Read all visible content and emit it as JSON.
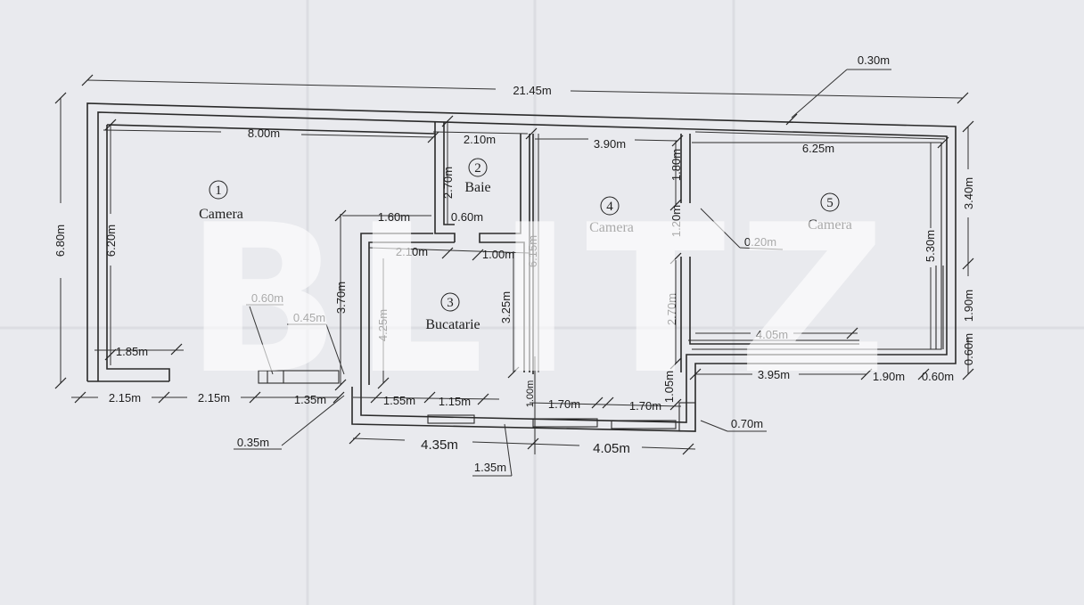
{
  "watermark": "BLITZ",
  "colors": {
    "paper": "#e9eaee",
    "ink": "#2a2a2a",
    "watermark": "#ffffff"
  },
  "rooms": [
    {
      "number": "1",
      "name": "Camera"
    },
    {
      "number": "2",
      "name": "Baie"
    },
    {
      "number": "3",
      "name": "Bucatarie"
    },
    {
      "number": "4",
      "name": "Camera"
    },
    {
      "number": "5",
      "name": "Camera"
    }
  ],
  "dimensions": {
    "total_length": "21.45m",
    "wall_thickness_top": "0.30m",
    "room1_width": "8.00m",
    "baie_width": "2.10m",
    "room4_width": "3.90m",
    "room5_width": "6.25m",
    "overall_height_left": "6.80m",
    "room1_height": "6.20m",
    "right_height_top": "3.40m",
    "right_height_bottom": "1.90m",
    "room5_height": "5.30m",
    "baie_height": "2.70m",
    "hall_upper": "1.60m",
    "door_baie": "0.60m",
    "kitchen_top": "2.10m",
    "kitchen_door": "1.00m",
    "room4_height": "6.15m",
    "room4_wall_seg1": "1.80m",
    "room4_wall_seg2": "1.20m",
    "partition_thickness": "0.20m",
    "kitchen_left_height": "3.70m",
    "kitchen_inner_height": "4.25m",
    "kitchen_right_height": "3.25m",
    "room4_lower_height": "2.70m",
    "room5_bottom_inner": "4.05m",
    "room5_bottom_outer": "3.95m",
    "right_window": "1.90m",
    "right_pier": "0.60m",
    "right_pier_vertical": "0.60m",
    "front_pier": "1.05m",
    "chimney_width": "0.60m",
    "chimney_depth": "0.45m",
    "room1_step": "1.85m",
    "front_left_a": "2.15m",
    "front_left_b": "2.15m",
    "front_door": "1.35m",
    "front_wall": "0.35m",
    "kitchen_pier": "1.55m",
    "kitchen_window": "1.15m",
    "entry_depth": "1.00m",
    "front_window_a": "1.70m",
    "front_window_b": "1.70m",
    "front_wall_right": "0.70m",
    "kitchen_total": "4.35m",
    "room4_total": "4.05m",
    "bottom_door": "1.35m"
  }
}
